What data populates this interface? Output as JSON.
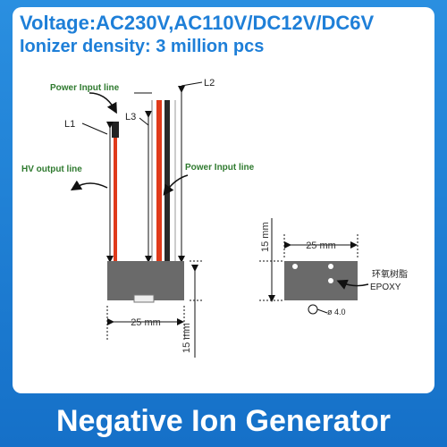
{
  "header": {
    "voltage": "Voltage:AC230V,AC110V/DC12V/DC6V",
    "density": "Ionizer density: 3 million pcs"
  },
  "labels": {
    "power_input_top": "Power Input line",
    "power_input_right": "Power Input line",
    "hv_output": "HV output line",
    "l1": "L1",
    "l2": "L2",
    "l3": "L3",
    "dim_25_bottom": "25 mm",
    "dim_15_left": "15 mm",
    "dim_15_right": "15 mm",
    "dim_25_top": "25 mm",
    "epoxy_cn": "环氧树脂",
    "epoxy_en": "EPOXY",
    "hole": "ø 4.0"
  },
  "footer": {
    "title": "Negative Ion Generator"
  },
  "colors": {
    "accent": "#1e7fd8",
    "wire_red": "#e03a1a",
    "wire_black": "#2a2a2a",
    "wire_gray": "#9a9a9a",
    "label_green": "#2f7a2f"
  }
}
